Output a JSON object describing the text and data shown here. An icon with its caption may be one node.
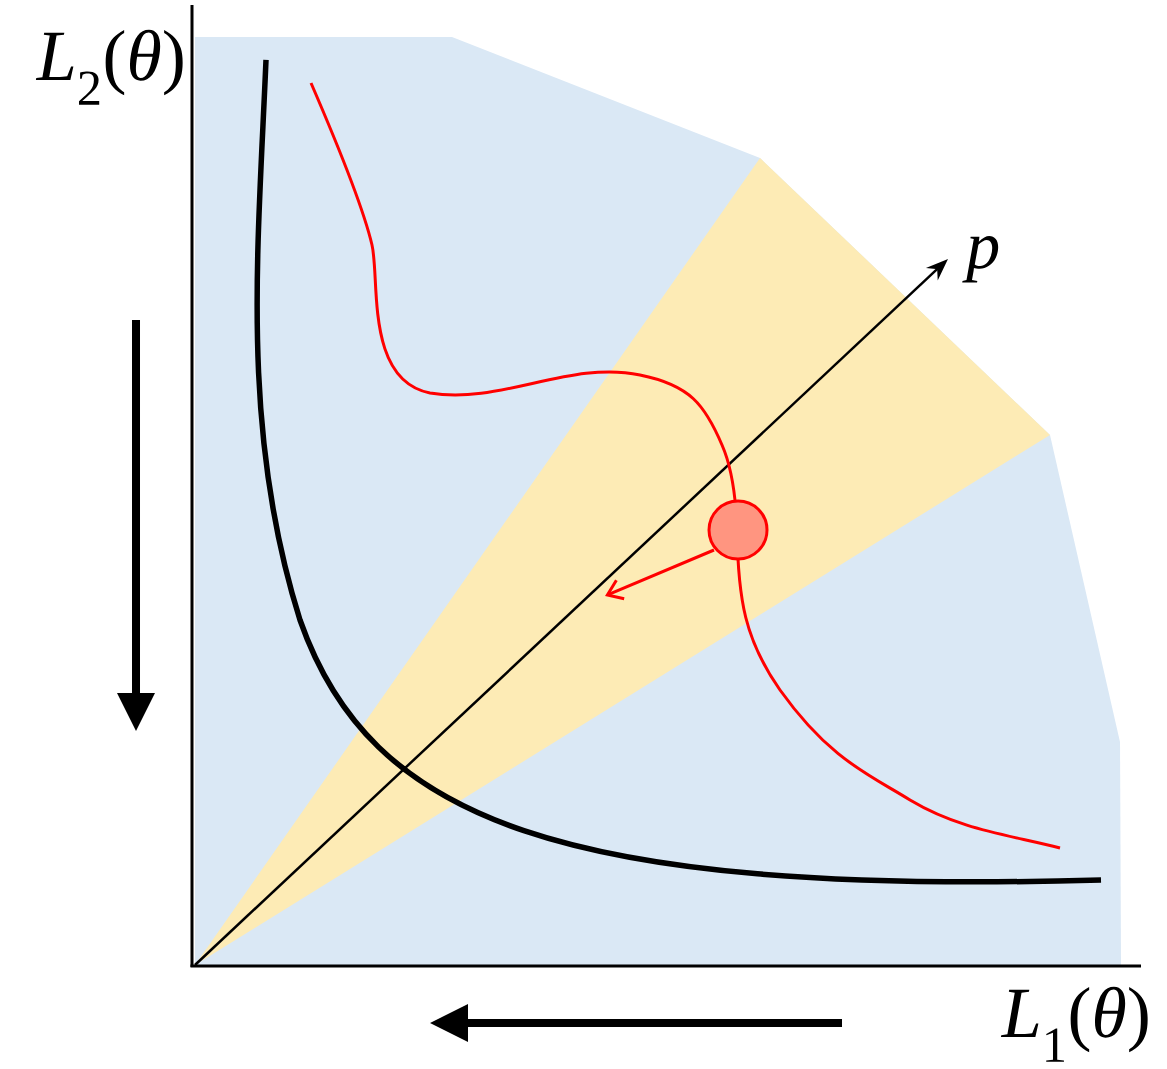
{
  "diagram": {
    "labels": [
      "*L*$_{2}$(*θ*)",
      "p",
      "*L*$_{1}$(*θ*)"
    ]
  }
}
